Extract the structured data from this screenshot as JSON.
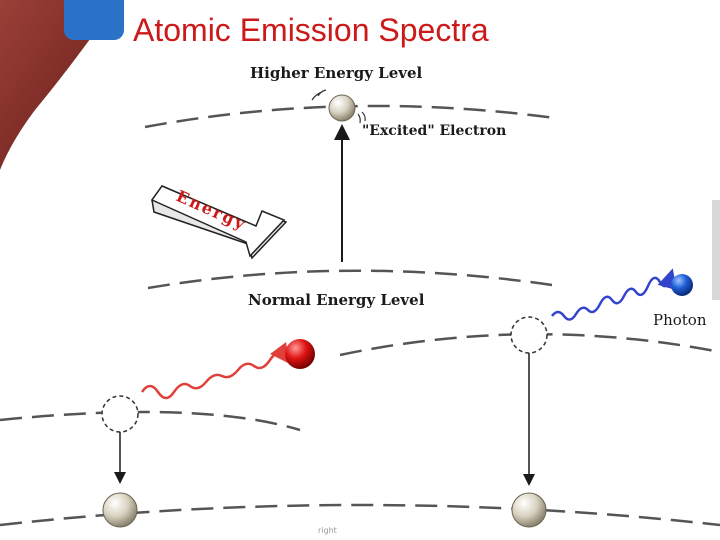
{
  "title": "Atomic Emission Spectra",
  "labels": {
    "higher_energy_level": "Higher Energy Level",
    "excited_electron": "\"Excited\" Electron",
    "normal_energy_level": "Normal Energy Level",
    "energy": "Energy",
    "photon": "Photon",
    "copyright": "right"
  },
  "colors": {
    "title": "#cc1a1a",
    "accent_box": "#2a72c8",
    "incoming_photon": "#e0403a",
    "emitted_photon": "#3344cc",
    "red_photon_ball": "#d81010",
    "blue_photon_ball": "#1e5fd8",
    "electron": "#d8d2c0",
    "arrow": "#1a1a1a"
  }
}
